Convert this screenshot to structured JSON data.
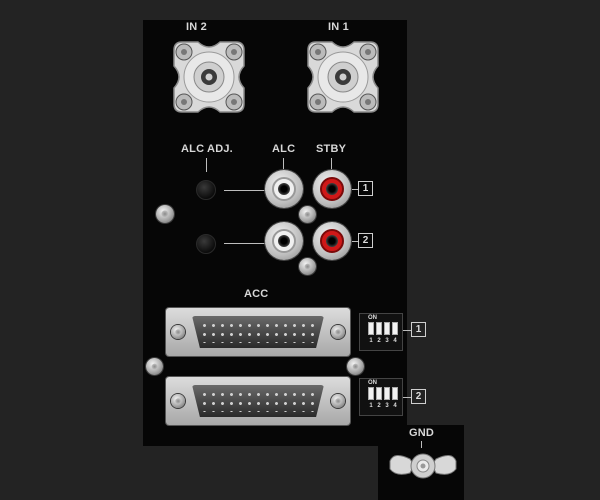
{
  "panel": {
    "antenna_inputs": [
      {
        "label": "IN 2"
      },
      {
        "label": "IN 1"
      }
    ],
    "alc_section": {
      "alc_adj_label": "ALC ADJ.",
      "alc_label": "ALC",
      "stby_label": "STBY",
      "channels": [
        "1",
        "2"
      ]
    },
    "acc_section": {
      "label": "ACC",
      "ports": [
        {
          "number": "1",
          "dip_on_label": "ON",
          "dip_numbers": [
            "1",
            "2",
            "3",
            "4"
          ]
        },
        {
          "number": "2",
          "dip_on_label": "ON",
          "dip_numbers": [
            "1",
            "2",
            "3",
            "4"
          ]
        }
      ]
    },
    "gnd_label": "GND",
    "colors": {
      "background": "#232323",
      "panel": "#060606",
      "stby_jack_ring": "#d01818",
      "alc_jack_ring": "#f0f0f0",
      "label_text": "#d7d7d7"
    }
  }
}
